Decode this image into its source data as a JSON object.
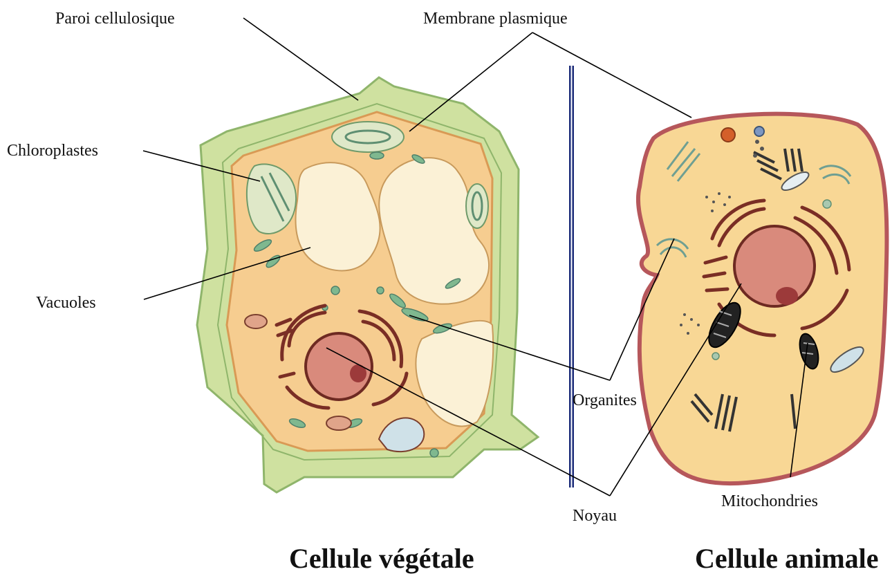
{
  "labels": {
    "paroi": "Paroi cellulosique",
    "membrane": "Membrane plasmique",
    "chloroplastes": "Chloroplastes",
    "vacuoles": "Vacuoles",
    "organites": "Organites",
    "noyau": "Noyau",
    "mitochondries": "Mitochondries"
  },
  "titles": {
    "vegetale": "Cellule végétale",
    "animale": "Cellule animale"
  },
  "colors": {
    "wall": "#cfe1a0",
    "wall_edge": "#8fb56b",
    "cytoplasm": "#f6cd90",
    "cytoplasm_edge": "#d99a55",
    "animal_cytoplasm": "#f8d795",
    "animal_membrane": "#b6575b",
    "vacuole": "#fbf1d6",
    "nucleus": "#d98a7c",
    "nucleolus": "#9c3a3a",
    "chloroplast": "#7fb88f",
    "organelle": "#6f9f92",
    "er": "#7a2e25",
    "divider": "#1a2a78"
  }
}
